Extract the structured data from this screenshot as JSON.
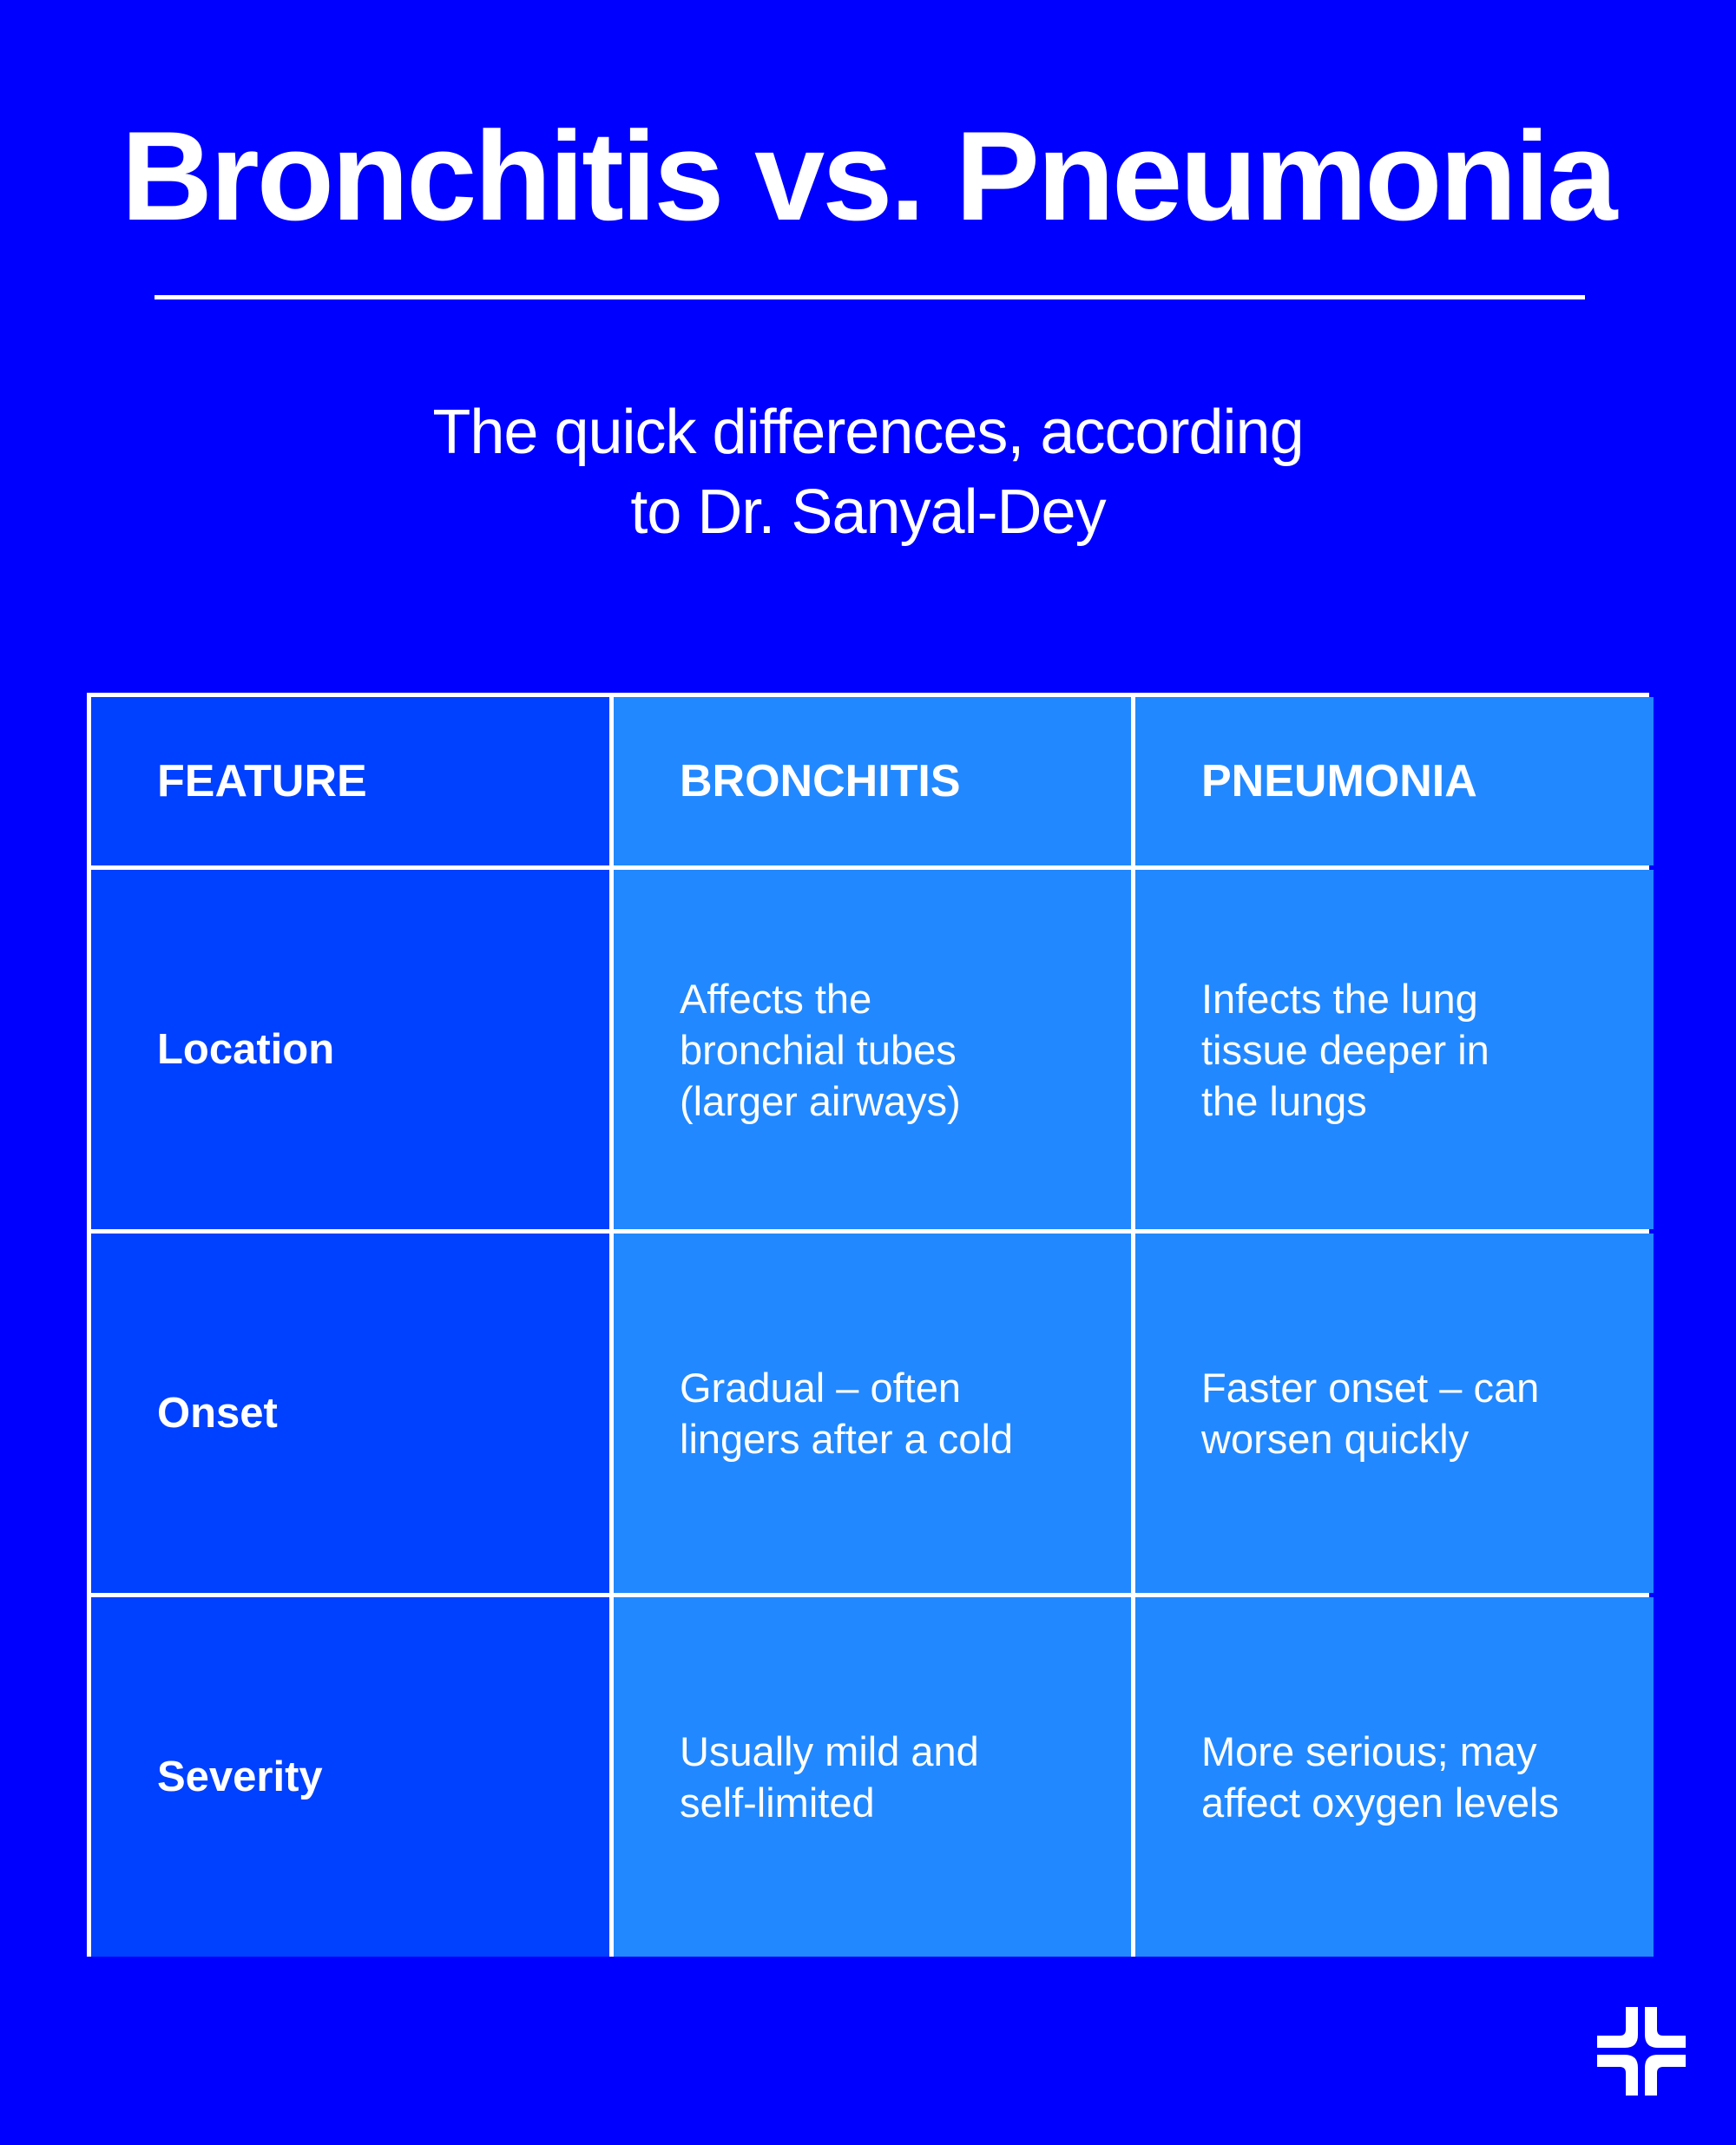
{
  "header": {
    "title": "Bronchitis vs. Pneumonia",
    "subtitle_lines": [
      "The quick differences, according",
      "to Dr. Sanyal-Dey"
    ]
  },
  "table": {
    "columns": [
      "FEATURE",
      "BRONCHITIS",
      "PNEUMONIA"
    ],
    "rows": [
      {
        "feature": "Location",
        "bronchitis": [
          "Affects the",
          "bronchial tubes",
          "(larger airways)"
        ],
        "pneumonia": [
          "Infects the lung",
          "tissue deeper in",
          "the lungs"
        ]
      },
      {
        "feature": "Onset",
        "bronchitis": [
          "Gradual – often",
          "lingers after a cold"
        ],
        "pneumonia": [
          "Faster onset – can",
          "worsen quickly"
        ]
      },
      {
        "feature": "Severity",
        "bronchitis": [
          "Usually mild and",
          "self-limited"
        ],
        "pneumonia": [
          "More serious; may",
          "affect oxygen levels"
        ]
      }
    ]
  },
  "branding": {
    "logo_icon": "medical-cross-logo-icon"
  },
  "colors": {
    "background": "#0000FF",
    "feature_column": "#0040FF",
    "data_columns": "#2288FF",
    "text": "#FFFFFF",
    "grid_lines": "#FFFFFF"
  }
}
